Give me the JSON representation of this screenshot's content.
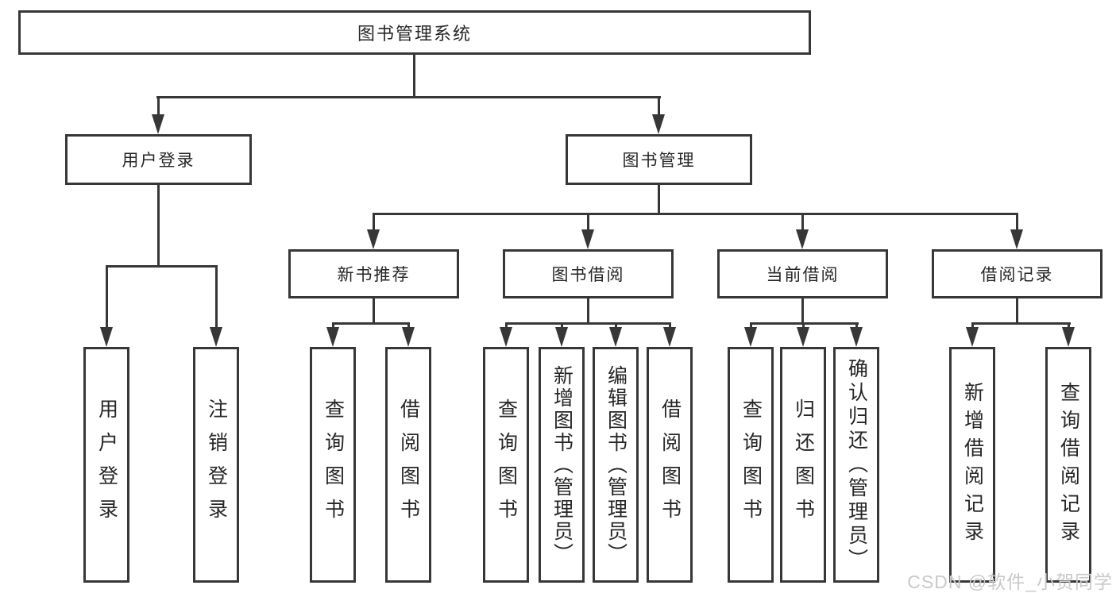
{
  "diagram": {
    "root": {
      "label": "图书管理系统"
    },
    "branches": [
      {
        "label": "用户登录",
        "children": [
          {
            "label": "用户登录"
          },
          {
            "label": "注销登录"
          }
        ]
      },
      {
        "label": "图书管理",
        "children": [
          {
            "label": "新书推荐",
            "children": [
              {
                "label": "查询图书"
              },
              {
                "label": "借阅图书"
              }
            ]
          },
          {
            "label": "图书借阅",
            "children": [
              {
                "label": "查询图书"
              },
              {
                "label": "新增图书（管理员）"
              },
              {
                "label": "编辑图书（管理员）"
              },
              {
                "label": "借阅图书"
              }
            ]
          },
          {
            "label": "当前借阅",
            "children": [
              {
                "label": "查询图书"
              },
              {
                "label": "归还图书"
              },
              {
                "label": "确认归还（管理员）"
              }
            ]
          },
          {
            "label": "借阅记录",
            "children": [
              {
                "label": "新增借阅记录"
              },
              {
                "label": "查询借阅记录"
              }
            ]
          }
        ]
      }
    ]
  },
  "watermark": {
    "text": "CSDN @软件_小贺同学"
  },
  "colors": {
    "line": "#373737",
    "text": "#262626",
    "background": "#ffffff",
    "watermark": "#c9c9c9"
  }
}
